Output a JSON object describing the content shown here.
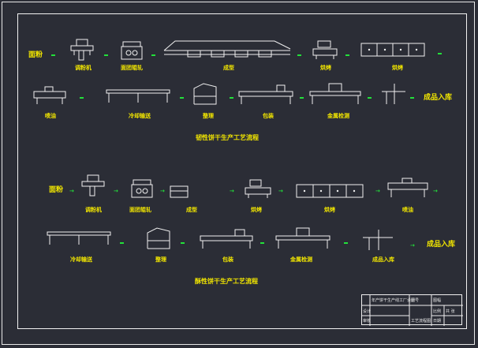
{
  "diagram_top": {
    "title": "韧性饼干生产工艺流程",
    "row1": [
      "面粉",
      "调粉机",
      "面团辊轧",
      "成型",
      "烘烤",
      "烘烤"
    ],
    "row2": [
      "喷油",
      "冷却输送",
      "整理",
      "包装",
      "金属检测",
      "成品入库"
    ],
    "lines": {
      "r1": "",
      "r2": ""
    }
  },
  "diagram_bottom": {
    "title": "酥性饼干生产工艺流程",
    "row1": [
      "面粉",
      "调粉机",
      "面团辊轧",
      "成型",
      "烘烤",
      "烘烤",
      "喷油"
    ],
    "row2": [
      "冷却输送",
      "整理",
      "包装",
      "金属检测",
      "成品入库",
      "成品入库"
    ]
  },
  "title_block": {
    "project": "年产饼干生产线工厂设计",
    "field_a": "图号",
    "drawing_name": "工艺流程图",
    "field_b": "图幅",
    "field_c": "比例",
    "field_d": "设计",
    "field_e": "审核",
    "field_f": "日期",
    "field_g": "共 张"
  },
  "colors": {
    "label": "#f2e600",
    "arrow": "#22e03a",
    "line": "#f0f0f0",
    "background": "#2b2d36"
  }
}
